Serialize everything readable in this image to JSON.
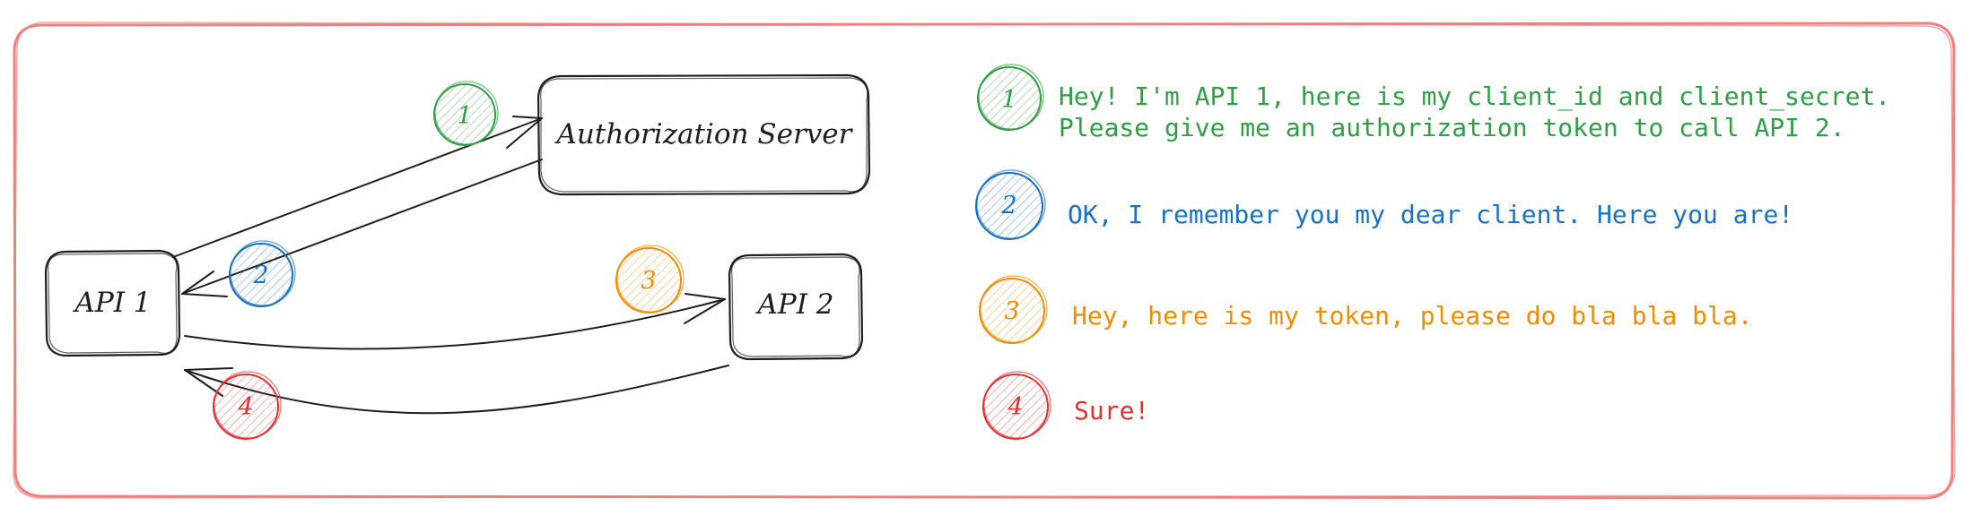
{
  "diagram": {
    "nodes": {
      "auth_server": "Authorization Server",
      "api1": "API 1",
      "api2": "API 2"
    },
    "steps": [
      {
        "number": "1",
        "color": "#2f9e44",
        "lines": [
          "Hey! I'm API 1, here is my client_id and client_secret.",
          "Please give me an authorization token to call API 2."
        ]
      },
      {
        "number": "2",
        "color": "#1971c2",
        "lines": [
          "OK, I remember you my dear client. Here you are!"
        ]
      },
      {
        "number": "3",
        "color": "#f08c00",
        "lines": [
          "Hey, here is my token, please do bla bla bla."
        ]
      },
      {
        "number": "4",
        "color": "#e03131",
        "lines": [
          "Sure!"
        ]
      }
    ],
    "frame_color": "#f08080"
  }
}
